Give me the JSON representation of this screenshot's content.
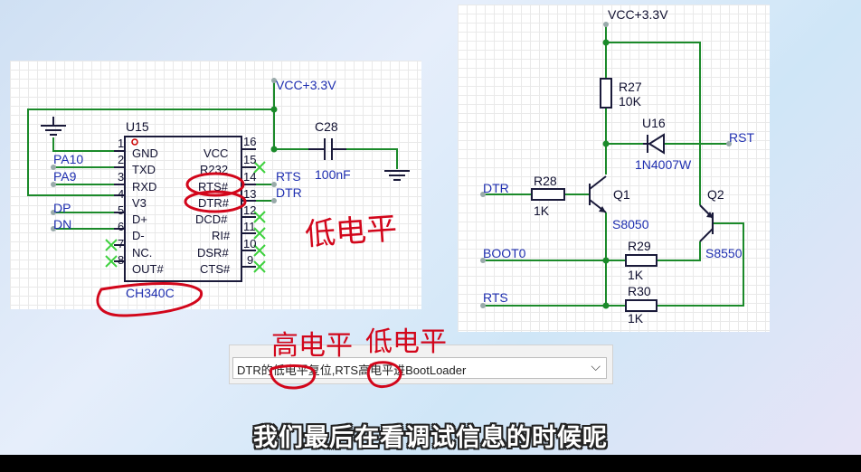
{
  "left_schematic": {
    "vcc": "VCC+3.3V",
    "chip_ref": "U15",
    "chip_part": "CH340C",
    "cap_ref": "C28",
    "cap_value": "100nF",
    "left_pins": [
      {
        "num": "1",
        "name": "GND"
      },
      {
        "num": "2",
        "name": "TXD"
      },
      {
        "num": "3",
        "name": "RXD"
      },
      {
        "num": "4",
        "name": "V3"
      },
      {
        "num": "5",
        "name": "D+"
      },
      {
        "num": "6",
        "name": "D-"
      },
      {
        "num": "7",
        "name": "NC."
      },
      {
        "num": "8",
        "name": "OUT#"
      }
    ],
    "right_pins": [
      {
        "num": "16",
        "name": "VCC"
      },
      {
        "num": "15",
        "name": "R232"
      },
      {
        "num": "14",
        "name": "RTS#"
      },
      {
        "num": "13",
        "name": "DTR#"
      },
      {
        "num": "12",
        "name": "DCD#"
      },
      {
        "num": "11",
        "name": "RI#"
      },
      {
        "num": "10",
        "name": "DSR#"
      },
      {
        "num": "9",
        "name": "CTS#"
      }
    ],
    "left_nets": [
      "PA10",
      "PA9",
      "DP",
      "DN"
    ],
    "right_nets": [
      "RTS",
      "DTR"
    ]
  },
  "right_schematic": {
    "vcc": "VCC+3.3V",
    "r27_ref": "R27",
    "r27_val": "10K",
    "u16_ref": "U16",
    "u16_part": "1N4007W",
    "rst": "RST",
    "dtr": "DTR",
    "r28_ref": "R28",
    "r28_val": "1K",
    "q1_ref": "Q1",
    "q1_part": "S8050",
    "q2_ref": "Q2",
    "q2_part": "S8550",
    "boot0": "BOOT0",
    "r29_ref": "R29",
    "r29_val": "1K",
    "rts": "RTS",
    "r30_ref": "R30",
    "r30_val": "1K"
  },
  "annotations": {
    "low_level": "低电平",
    "high_level": "高电平",
    "low_level_2": "低电平"
  },
  "dropdown": {
    "selected": "DTR的低电平复位,RTS高电平进BootLoader"
  },
  "subtitle": "我们最后在看调试信息的时候呢",
  "colors": {
    "wire": "#1b8a2a",
    "net_label": "#1f2fb0",
    "annotation": "#d2061b"
  }
}
